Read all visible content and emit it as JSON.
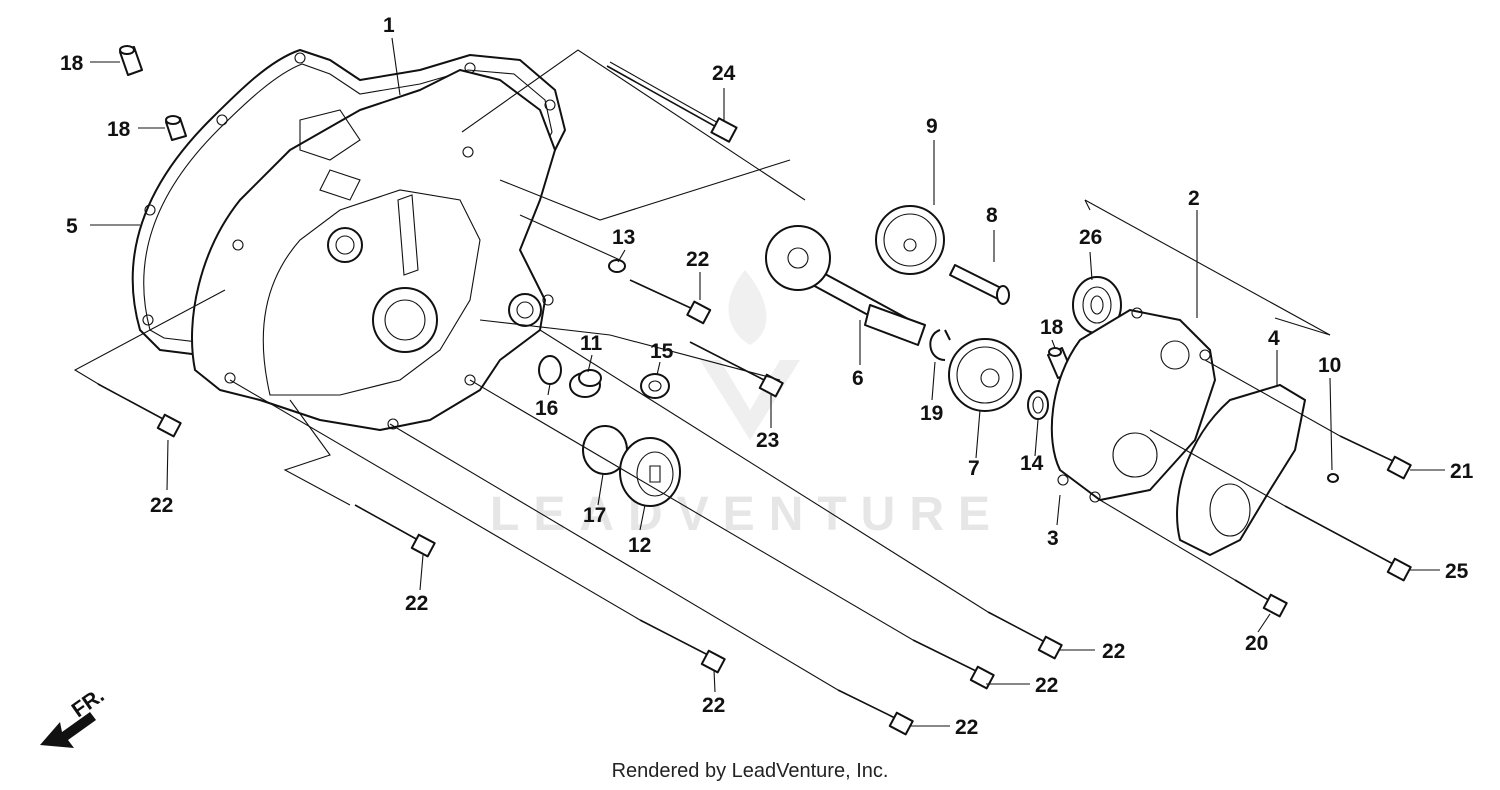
{
  "labels": [
    {
      "id": "c1",
      "text": "1"
    },
    {
      "id": "c2",
      "text": "2"
    },
    {
      "id": "c3",
      "text": "3"
    },
    {
      "id": "c4",
      "text": "4"
    },
    {
      "id": "c5",
      "text": "5"
    },
    {
      "id": "c6",
      "text": "6"
    },
    {
      "id": "c7",
      "text": "7"
    },
    {
      "id": "c8",
      "text": "8"
    },
    {
      "id": "c9",
      "text": "9"
    },
    {
      "id": "c10",
      "text": "10"
    },
    {
      "id": "c11",
      "text": "11"
    },
    {
      "id": "c12",
      "text": "12"
    },
    {
      "id": "c13",
      "text": "13"
    },
    {
      "id": "c14",
      "text": "14"
    },
    {
      "id": "c15",
      "text": "15"
    },
    {
      "id": "c16",
      "text": "16"
    },
    {
      "id": "c17",
      "text": "17"
    },
    {
      "id": "c18a",
      "text": "18"
    },
    {
      "id": "c18b",
      "text": "18"
    },
    {
      "id": "c18c",
      "text": "18"
    },
    {
      "id": "c19",
      "text": "19"
    },
    {
      "id": "c20",
      "text": "20"
    },
    {
      "id": "c21",
      "text": "21"
    },
    {
      "id": "c22a",
      "text": "22"
    },
    {
      "id": "c22b",
      "text": "22"
    },
    {
      "id": "c22c",
      "text": "22"
    },
    {
      "id": "c22d",
      "text": "22"
    },
    {
      "id": "c22e",
      "text": "22"
    },
    {
      "id": "c22f",
      "text": "22"
    },
    {
      "id": "c22g",
      "text": "22"
    },
    {
      "id": "c23",
      "text": "23"
    },
    {
      "id": "c24",
      "text": "24"
    },
    {
      "id": "c25",
      "text": "25"
    },
    {
      "id": "c26",
      "text": "26"
    }
  ],
  "front_indicator": "FR.",
  "watermark": "LEADVENTURE",
  "credit": "Rendered by LeadVenture, Inc."
}
